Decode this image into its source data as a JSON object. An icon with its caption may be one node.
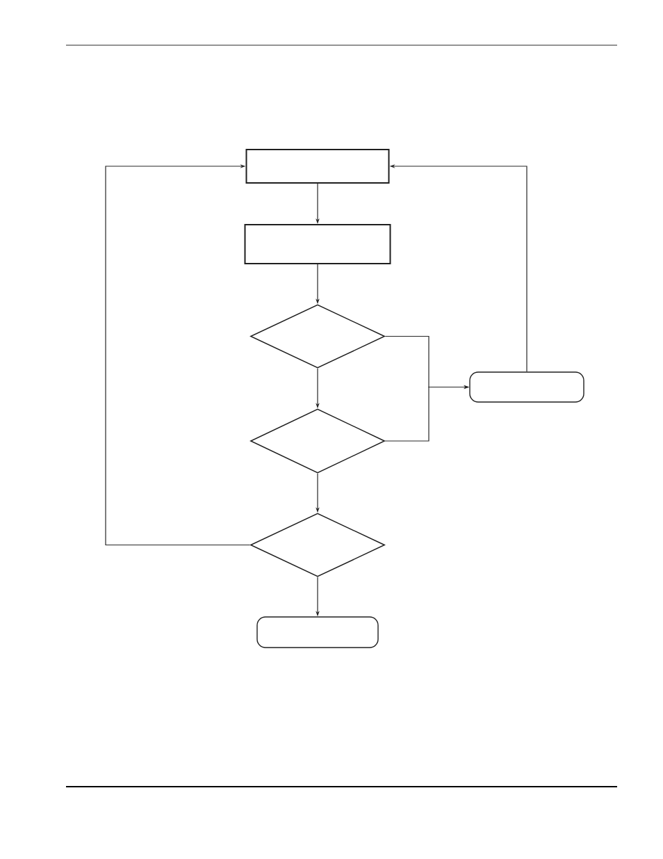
{
  "diagram": {
    "nodes": [
      {
        "text": [],
        "shape": "box"
      },
      {
        "text": [],
        "shape": "box"
      },
      {
        "text": [],
        "shape": "diamond"
      },
      {
        "text": [],
        "shape": "rounded-box"
      },
      {
        "text": [],
        "shape": "diamond"
      },
      {
        "text": [],
        "shape": "diamond"
      },
      {
        "text": [],
        "shape": "rounded-box"
      }
    ],
    "edges": [
      {
        "from": 0,
        "to": 1,
        "arrow": "to"
      },
      {
        "from": 1,
        "to": 2,
        "arrow": "to"
      },
      {
        "from": 2,
        "to": 4,
        "arrow": "to"
      },
      {
        "from": 2,
        "to": 3,
        "arrow": "to"
      },
      {
        "from": 4,
        "to": 3,
        "arrow": "to"
      },
      {
        "from": 3,
        "to": 0,
        "arrow": "to"
      },
      {
        "from": 4,
        "to": 5,
        "arrow": "to"
      },
      {
        "from": 5,
        "to": 0,
        "arrow": "to"
      },
      {
        "from": 5,
        "to": 6,
        "arrow": "to"
      }
    ]
  }
}
